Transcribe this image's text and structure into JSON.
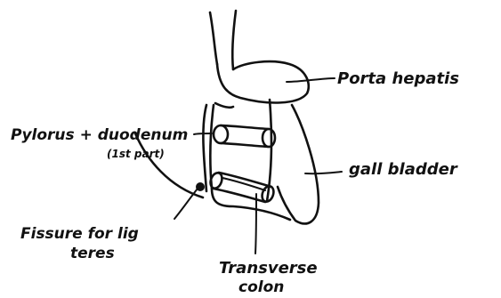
{
  "labels": {
    "porta_hepatis": "Porta hepatis",
    "pylorus_line1": "Pylorus + duodenum",
    "pylorus_line2": "(1st part)",
    "gall_bladder": "gall bladder",
    "fissure_line1": "Fissure for lig",
    "fissure_line2": "teres",
    "transverse_line1": "Transverse",
    "transverse_line2": "colon"
  },
  "colors": {
    "ink": "#111111",
    "paper": "#ffffff"
  }
}
